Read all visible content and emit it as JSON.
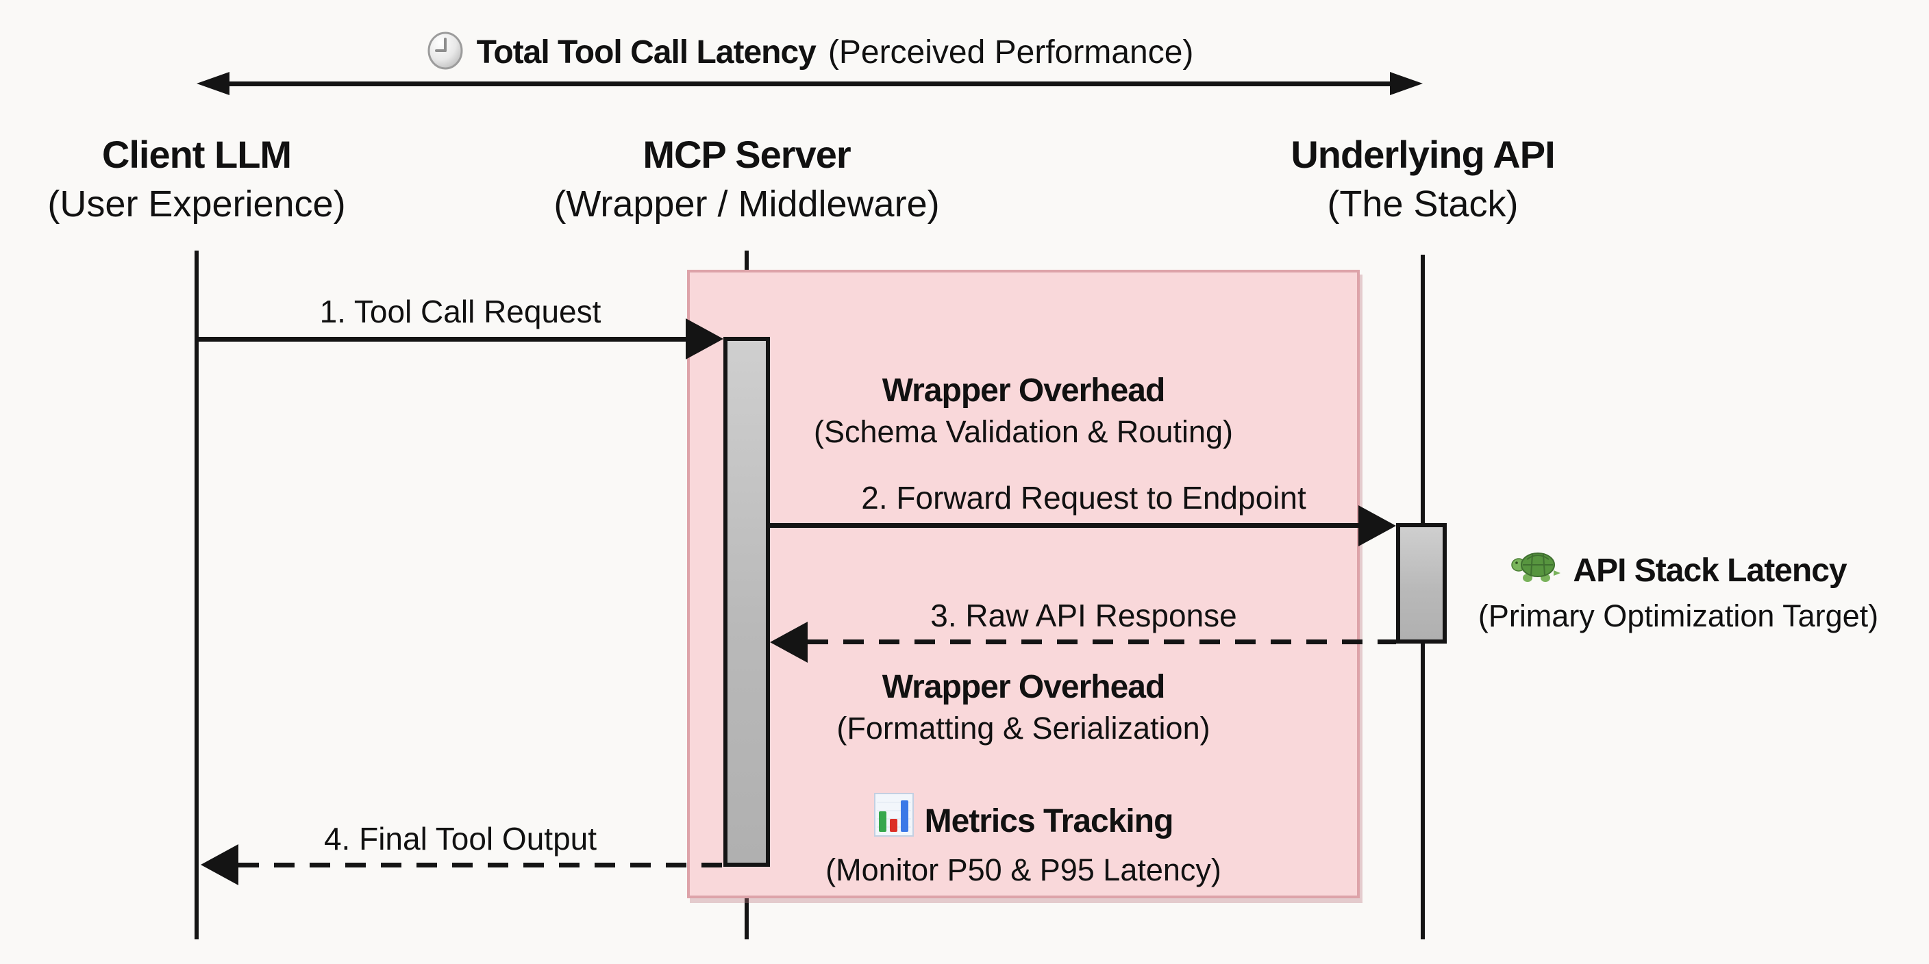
{
  "title": {
    "icon": "clock",
    "heading": "Total Tool Call Latency",
    "qualifier": "(Perceived Performance)"
  },
  "actors": [
    {
      "name": "Client LLM",
      "subtitle": "(User Experience)"
    },
    {
      "name": "MCP Server",
      "subtitle": "(Wrapper / Middleware)"
    },
    {
      "name": "Underlying API",
      "subtitle": "(The Stack)"
    }
  ],
  "messages": [
    {
      "label": "1. Tool Call Request",
      "style": "solid",
      "from": "Client LLM",
      "to": "MCP Server"
    },
    {
      "label": "2. Forward Request to Endpoint",
      "style": "solid",
      "from": "MCP Server",
      "to": "Underlying API"
    },
    {
      "label": "3. Raw API Response",
      "style": "dashed",
      "from": "Underlying API",
      "to": "MCP Server"
    },
    {
      "label": "4. Final Tool Output",
      "style": "dashed",
      "from": "MCP Server",
      "to": "Client LLM"
    }
  ],
  "annotations": [
    {
      "icon": "",
      "title": "Wrapper Overhead",
      "subtitle": "(Schema Validation & Routing)"
    },
    {
      "icon": "",
      "title": "Wrapper Overhead",
      "subtitle": "(Formatting & Serialization)"
    },
    {
      "icon": "bar-chart",
      "title": "Metrics Tracking",
      "subtitle": "(Monitor P50 & P95 Latency)"
    },
    {
      "icon": "turtle",
      "title": "API Stack Latency",
      "subtitle": "(Primary Optimization Target)"
    }
  ],
  "colors": {
    "background": "#faf9f7",
    "line": "#141414",
    "overhead_fill": "#f9d8da",
    "overhead_border": "#dda3a9",
    "activation_fill": "#bdbdbd",
    "bar_chart_green": "#35a74c",
    "bar_chart_red": "#dc2f27",
    "bar_chart_blue": "#3b78e7",
    "turtle_green": "#5b9e45"
  }
}
